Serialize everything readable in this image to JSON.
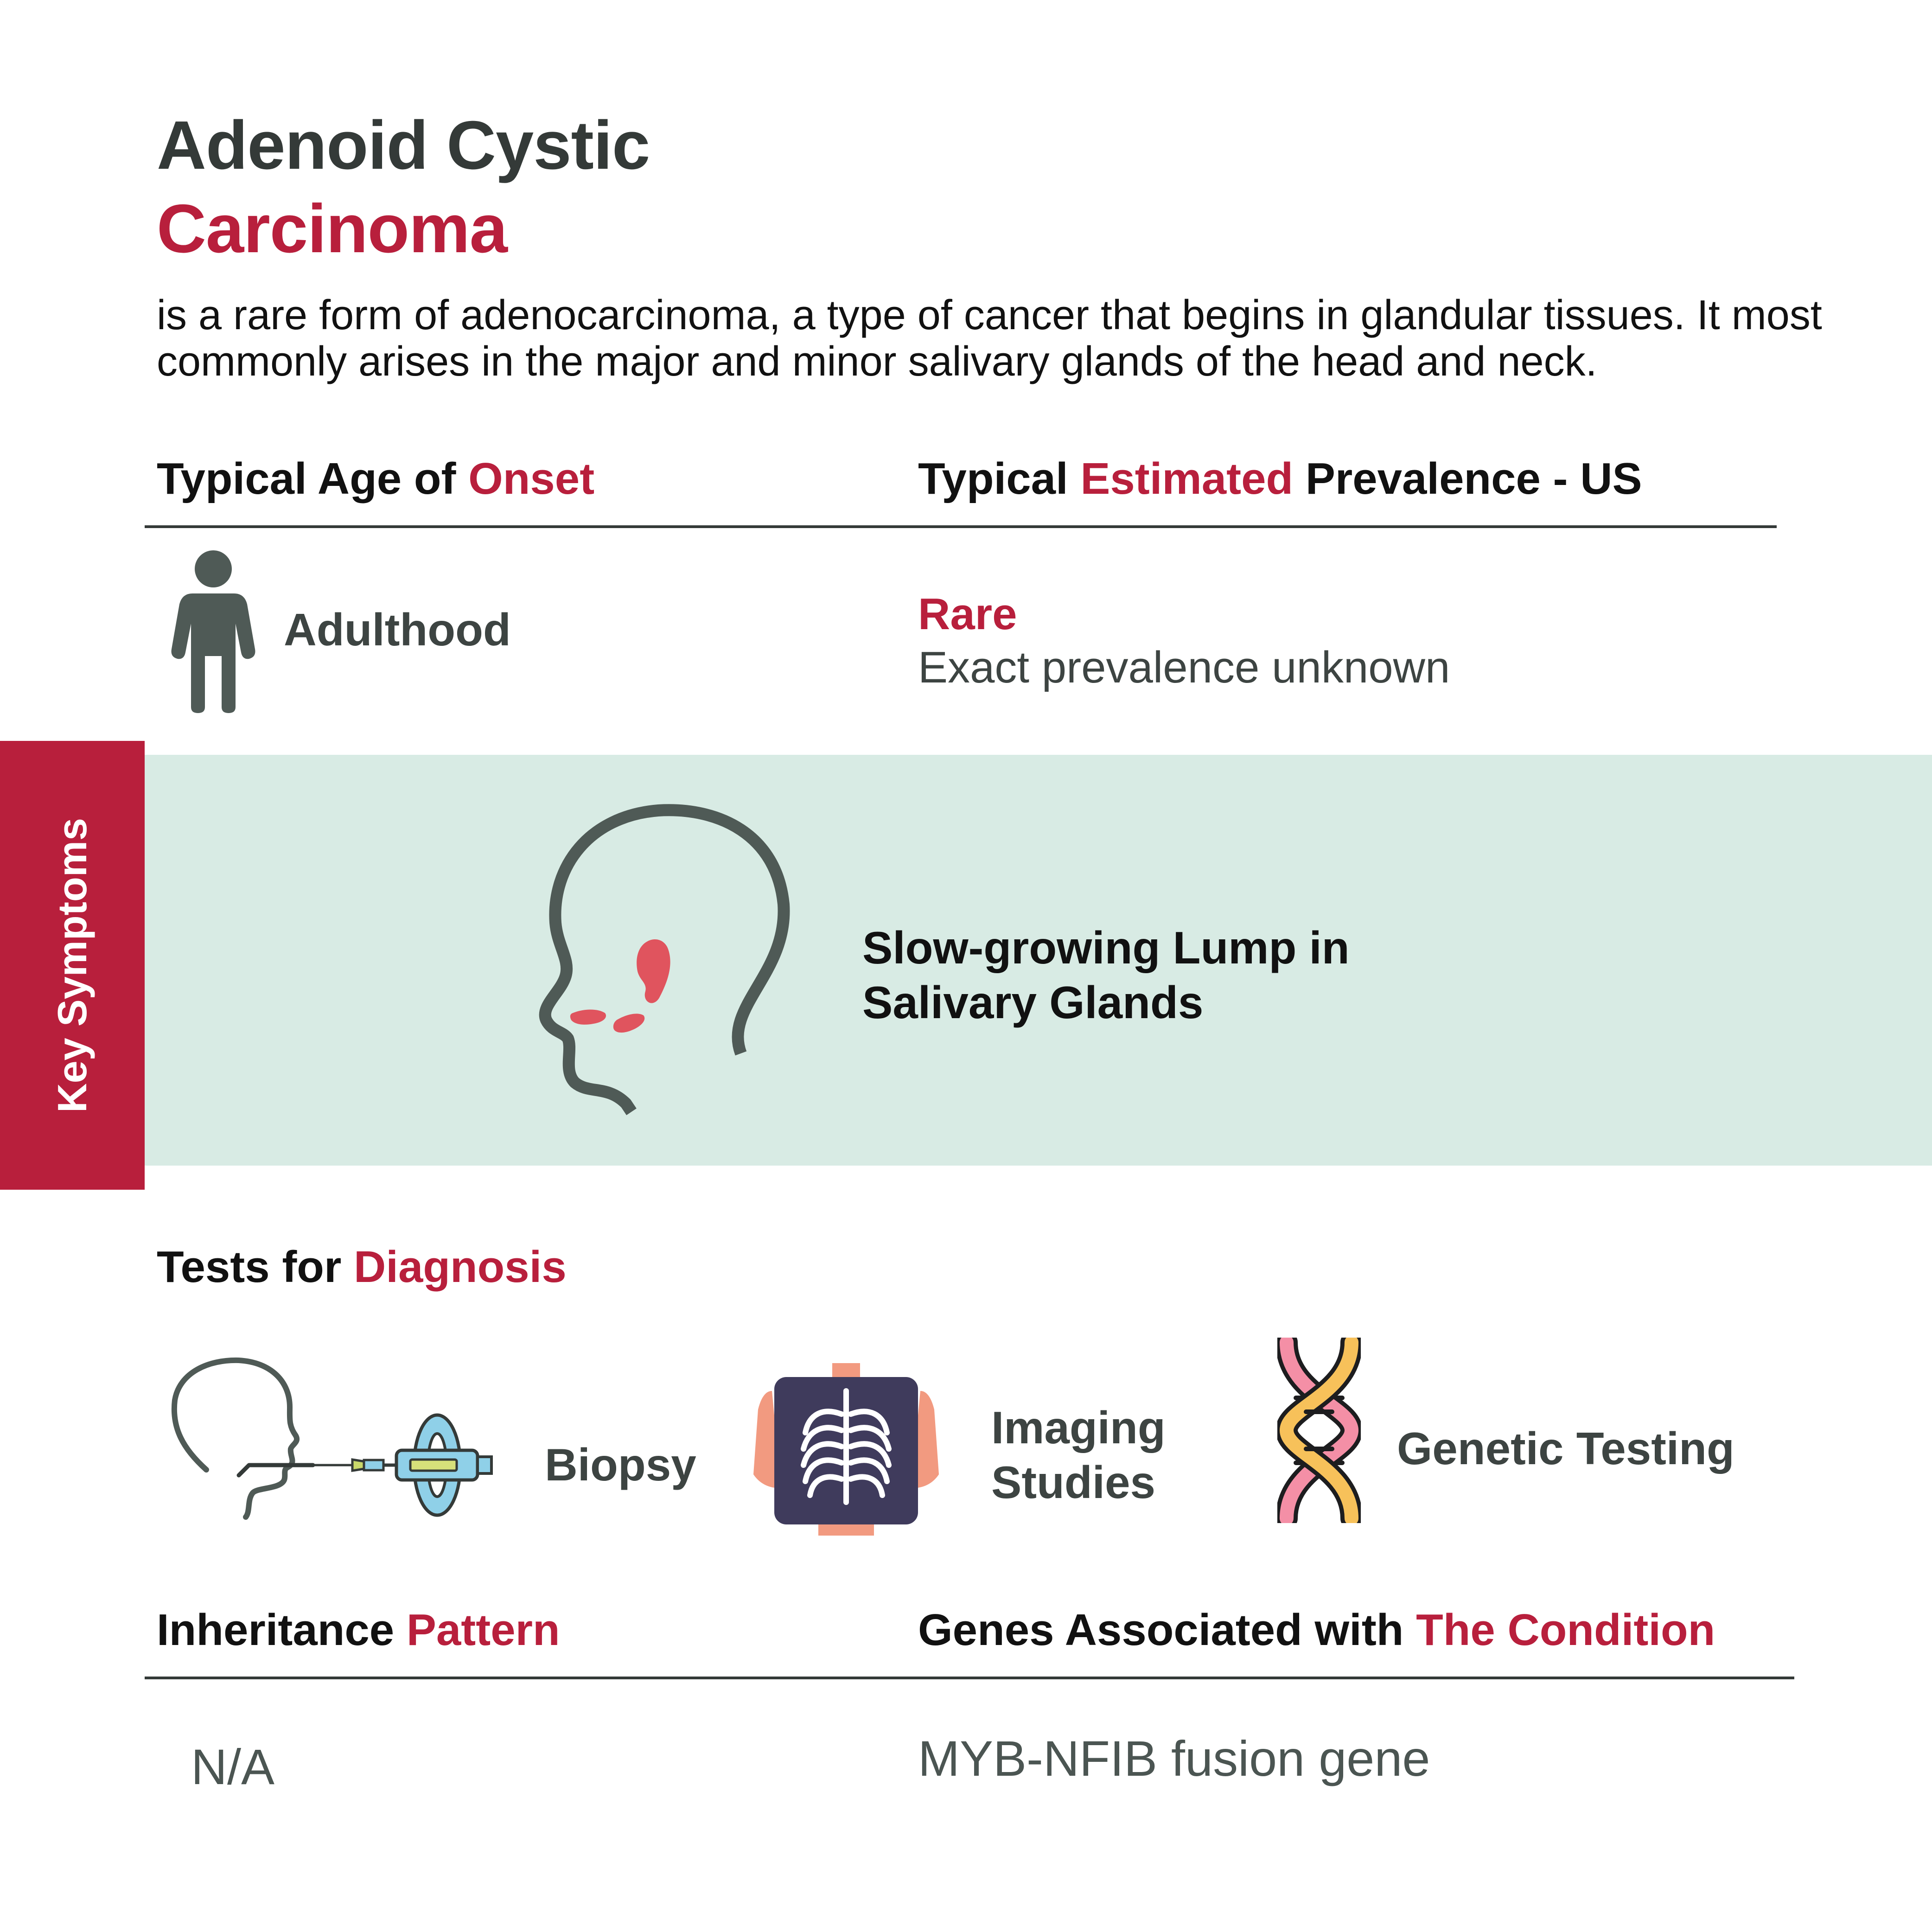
{
  "title": {
    "line1": "Adenoid Cystic",
    "line2": "Carcinoma"
  },
  "intro": "is a rare form of adenocarcinoma, a type of cancer that begins in glandular tissues. It most commonly arises in the major and minor salivary glands of the head and neck.",
  "age_of_onset": {
    "heading_pre": "Typical Age of ",
    "heading_accent": "Onset",
    "value": "Adulthood",
    "icon": "person-icon"
  },
  "prevalence": {
    "heading_pre": "Typical ",
    "heading_accent": "Estimated",
    "heading_post": " Prevalence - US",
    "value": "Rare",
    "detail": "Exact prevalence unknown"
  },
  "key_symptoms": {
    "tab_label": "Key Symptoms",
    "symptom_line1": "Slow-growing Lump in",
    "symptom_line2": "Salivary Glands",
    "icon": "head-salivary-glands-icon"
  },
  "diagnosis": {
    "heading_pre": "Tests for ",
    "heading_accent": "Diagnosis",
    "tests": [
      {
        "label": "Biopsy",
        "icon": "biopsy-needle-icon"
      },
      {
        "label_line1": "Imaging",
        "label_line2": "Studies",
        "icon": "chest-xray-icon"
      },
      {
        "label": "Genetic Testing",
        "icon": "dna-icon"
      }
    ]
  },
  "inheritance": {
    "heading_pre": "Inheritance ",
    "heading_accent": "Pattern",
    "value": "N/A"
  },
  "genes": {
    "heading_pre": "Genes Associated with ",
    "heading_accent": "The Condition",
    "value": "MYB-NFIB fusion gene"
  },
  "colors": {
    "accent": "#b81f3c",
    "dark": "#343a38",
    "band": "#d8ebe4",
    "icon_gray": "#4f5a56",
    "gland_red": "#e0545e"
  }
}
